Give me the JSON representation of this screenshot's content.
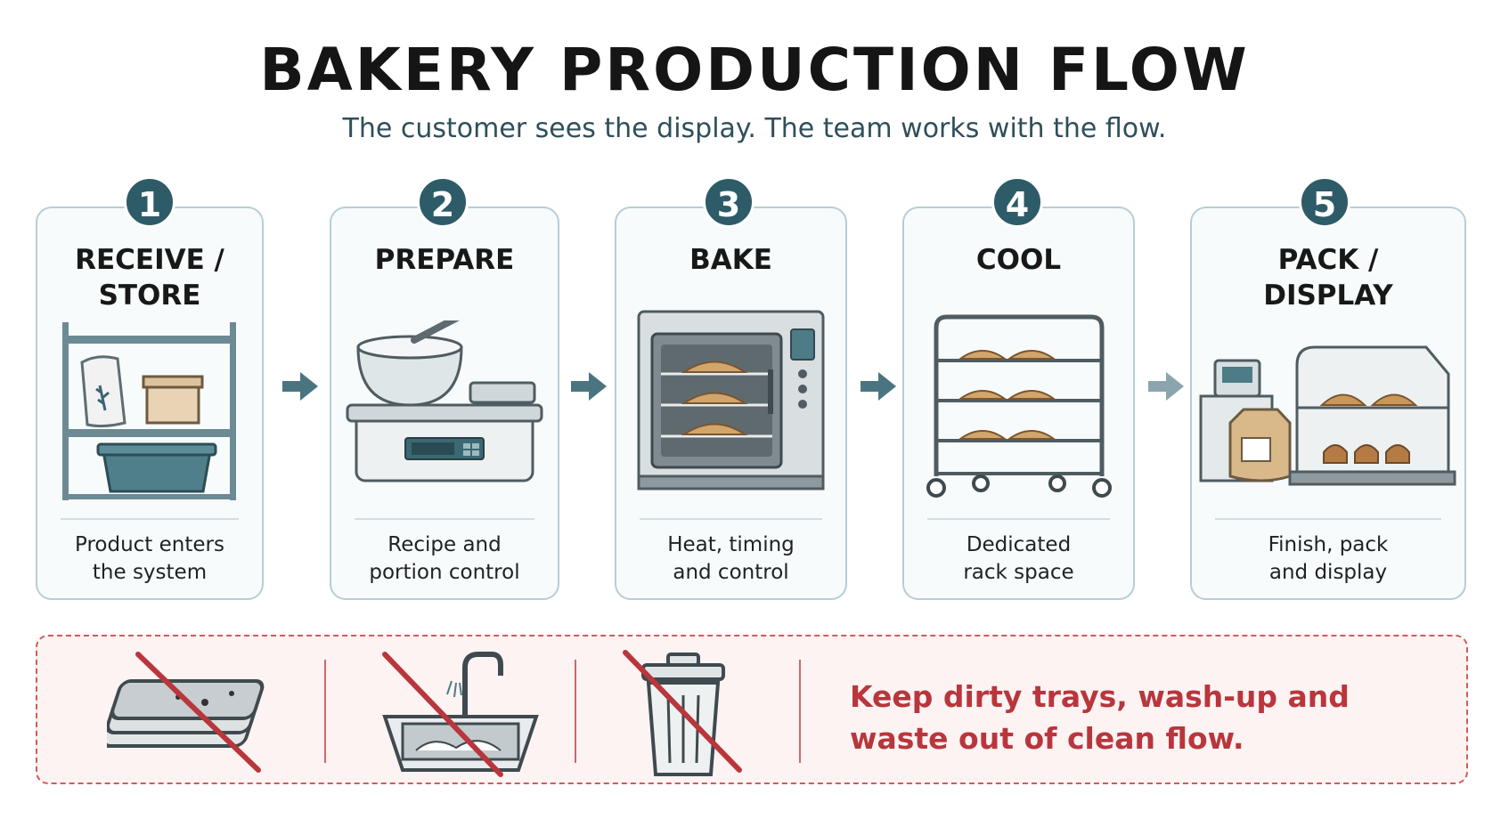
{
  "header": {
    "title": "BAKERY PRODUCTION FLOW",
    "subtitle": "The customer sees the display. The team works with the flow."
  },
  "steps": [
    {
      "number": "1",
      "name": "RECEIVE /\nSTORE",
      "caption": "Product enters\nthe system",
      "icon": "storage-shelf-icon"
    },
    {
      "number": "2",
      "name": "PREPARE",
      "caption": "Recipe and\nportion control",
      "icon": "mixing-scale-icon"
    },
    {
      "number": "3",
      "name": "BAKE",
      "caption": "Heat, timing\nand control",
      "icon": "oven-icon"
    },
    {
      "number": "4",
      "name": "COOL",
      "caption": "Dedicated\nrack space",
      "icon": "cooling-rack-icon"
    },
    {
      "number": "5",
      "name": "PACK /\nDISPLAY",
      "caption": "Finish, pack\nand display",
      "icon": "display-case-icon"
    }
  ],
  "warning": {
    "text": "Keep dirty trays, wash-up and waste out of clean flow.",
    "icons": [
      "no-dirty-trays-icon",
      "no-washup-icon",
      "no-waste-bin-icon"
    ]
  },
  "colors": {
    "accent": "#2e5b68",
    "card_border": "#b8cdd5",
    "warning_red": "#b8363c",
    "arrow": "#4a7580"
  }
}
